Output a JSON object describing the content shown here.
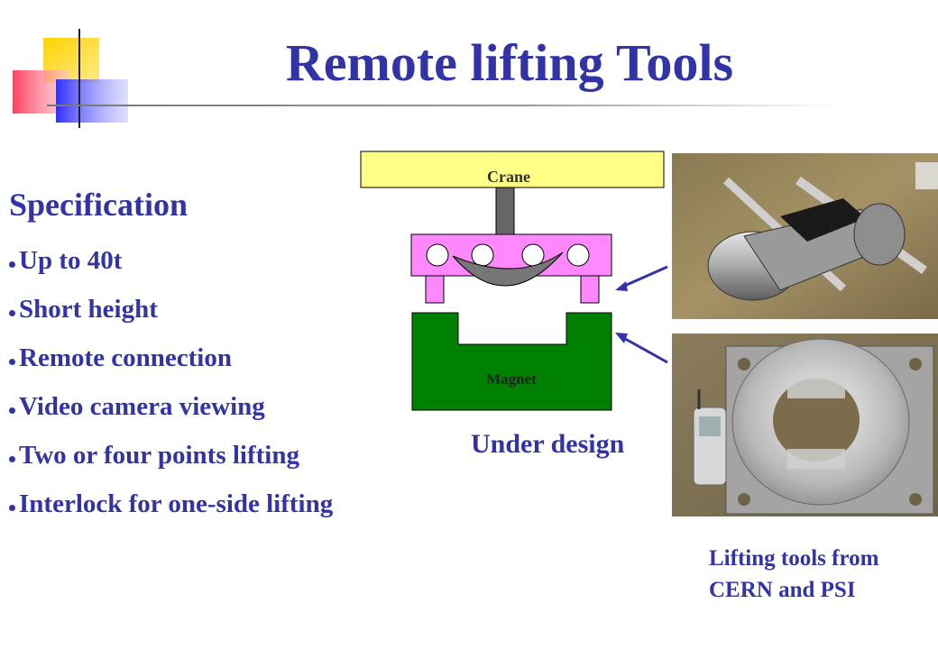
{
  "slide": {
    "title": "Remote lifting Tools",
    "spec_heading": "Specification",
    "bullets": [
      "Up to 40t",
      "Short height",
      "Remote connection",
      "Video camera viewing",
      "Two or four points lifting",
      "Interlock for one-side lifting"
    ],
    "diagram": {
      "crane_label": "Crane",
      "magnet_label": "Magnet"
    },
    "under_design_label": "Under design",
    "photo_caption_line1": "Lifting tools from",
    "photo_caption_line2": "CERN and PSI"
  },
  "colors": {
    "text": "#3333a8",
    "crane_fill": "#ffff88",
    "tool_fill": "#ff88ff",
    "magnet_fill": "#008000",
    "hook_fill": "#666666",
    "arrow": "#3333a8"
  },
  "icons": {
    "decor": "corner-squares-logo",
    "bullet": "round-bullet"
  }
}
